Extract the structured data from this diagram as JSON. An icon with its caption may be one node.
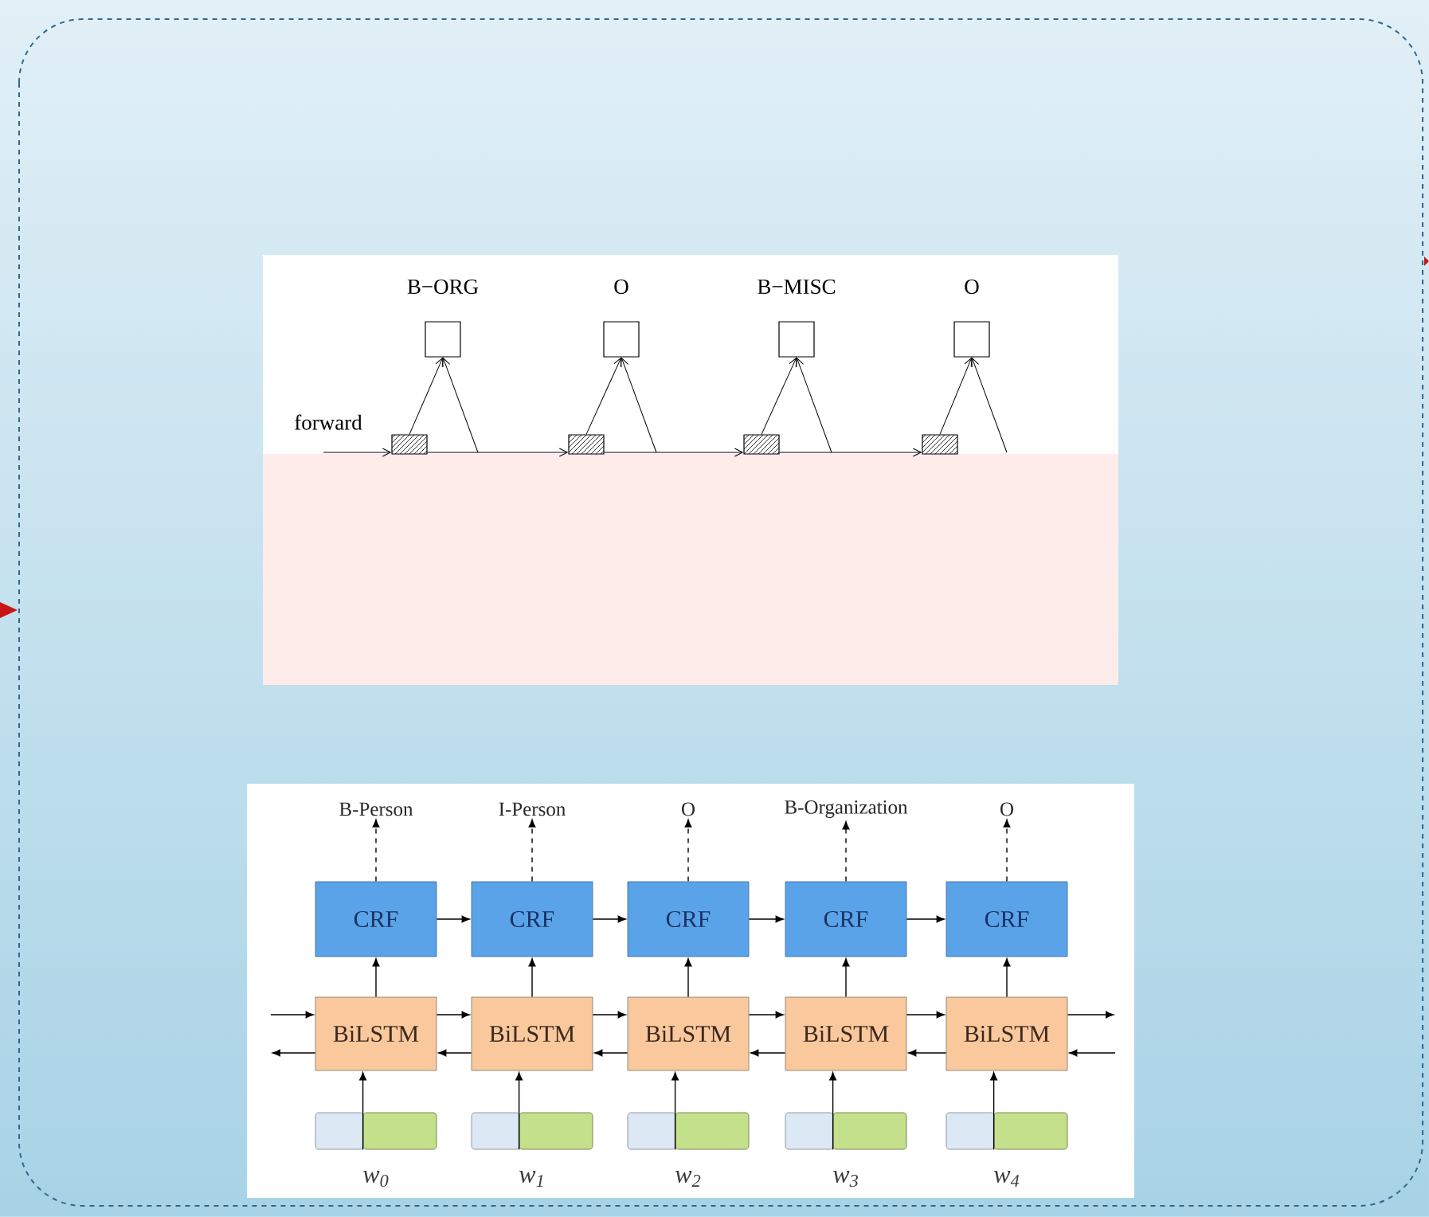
{
  "diagram": {
    "nodes": [
      {
        "text": [],
        "shape": "box",
        "beside": [
          "B−ORG"
        ]
      },
      {
        "text": [],
        "shape": "box",
        "beside": [
          "O"
        ]
      },
      {
        "text": [],
        "shape": "box",
        "beside": [
          "B−MISC"
        ]
      },
      {
        "text": [],
        "shape": "box",
        "beside": [
          "O"
        ]
      },
      {
        "text": [],
        "shape": "box"
      },
      {
        "text": [],
        "shape": "box"
      },
      {
        "text": [],
        "shape": "box"
      },
      {
        "text": [],
        "shape": "box"
      },
      {
        "text": [
          "B-Person"
        ]
      },
      {
        "text": [
          "I-Person"
        ]
      },
      {
        "text": [
          "O"
        ]
      },
      {
        "text": [
          "B-Organization"
        ]
      },
      {
        "text": [
          "O"
        ]
      },
      {
        "text": [
          "CRF"
        ]
      },
      {
        "text": [
          "CRF"
        ]
      },
      {
        "text": [
          "CRF"
        ]
      },
      {
        "text": [
          "CRF"
        ]
      },
      {
        "text": [
          "CRF"
        ]
      },
      {
        "text": [
          "BiLSTM"
        ]
      },
      {
        "text": [
          "BiLSTM"
        ]
      },
      {
        "text": [
          "BiLSTM"
        ]
      },
      {
        "text": [
          "BiLSTM"
        ]
      },
      {
        "text": [
          "BiLSTM"
        ]
      },
      {
        "text": [],
        "shape": "box"
      },
      {
        "text": [],
        "shape": "box",
        "beside": [
          "w$_{0}$"
        ]
      },
      {
        "text": [],
        "shape": "box"
      },
      {
        "text": [],
        "shape": "box",
        "beside": [
          "w$_{1}$"
        ]
      },
      {
        "text": [],
        "shape": "box"
      },
      {
        "text": [],
        "shape": "box",
        "beside": [
          "w$_{2}$"
        ]
      },
      {
        "text": [],
        "shape": "box"
      },
      {
        "text": [],
        "shape": "box",
        "beside": [
          "w$_{3}$"
        ]
      },
      {
        "text": [],
        "shape": "box"
      },
      {
        "text": [],
        "shape": "box",
        "beside": [
          "w$_{4}$"
        ]
      }
    ],
    "edges": [
      {
        "from": 4,
        "to": 0,
        "arrow": "to"
      },
      {
        "from": null,
        "to": 0,
        "arrow": "to"
      },
      {
        "from": 5,
        "to": 1,
        "arrow": "to"
      },
      {
        "from": null,
        "to": 1,
        "arrow": "to"
      },
      {
        "from": 6,
        "to": 2,
        "arrow": "to"
      },
      {
        "from": null,
        "to": 2,
        "arrow": "to"
      },
      {
        "from": 7,
        "to": 3,
        "arrow": "to"
      },
      {
        "from": null,
        "to": 3,
        "arrow": "to"
      },
      {
        "from": null,
        "to": 4,
        "arrow": "to"
      },
      {
        "from": 4,
        "to": 5,
        "arrow": "to"
      },
      {
        "from": 5,
        "to": 6,
        "arrow": "to"
      },
      {
        "from": 6,
        "to": 7,
        "arrow": "to"
      },
      {
        "from": 13,
        "to": 8,
        "arrow": "to",
        "style": "dashed"
      },
      {
        "from": 14,
        "to": 9,
        "arrow": "to",
        "style": "dashed"
      },
      {
        "from": 15,
        "to": 10,
        "arrow": "to",
        "style": "dashed"
      },
      {
        "from": 16,
        "to": 11,
        "arrow": "to",
        "style": "dashed"
      },
      {
        "from": 17,
        "to": 12,
        "arrow": "to",
        "style": "dashed"
      },
      {
        "from": 13,
        "to": 14,
        "arrow": "to"
      },
      {
        "from": 14,
        "to": 15,
        "arrow": "to"
      },
      {
        "from": 15,
        "to": 16,
        "arrow": "to"
      },
      {
        "from": 16,
        "to": 17,
        "arrow": "to"
      },
      {
        "from": 18,
        "to": 13,
        "arrow": "to"
      },
      {
        "from": 19,
        "to": 14,
        "arrow": "to"
      },
      {
        "from": 20,
        "to": 15,
        "arrow": "to"
      },
      {
        "from": 21,
        "to": 16,
        "arrow": "to"
      },
      {
        "from": 22,
        "to": 17,
        "arrow": "to"
      },
      {
        "from": null,
        "to": 18,
        "arrow": "to"
      },
      {
        "from": 18,
        "to": null,
        "arrow": "to"
      },
      {
        "from": 18,
        "to": 19,
        "arrow": "to"
      },
      {
        "from": 19,
        "to": 18,
        "arrow": "to"
      },
      {
        "from": 19,
        "to": 20,
        "arrow": "to"
      },
      {
        "from": 20,
        "to": 19,
        "arrow": "to"
      },
      {
        "from": 20,
        "to": 21,
        "arrow": "to"
      },
      {
        "from": 21,
        "to": 20,
        "arrow": "to"
      },
      {
        "from": 21,
        "to": 22,
        "arrow": "to"
      },
      {
        "from": 22,
        "to": 21,
        "arrow": "to"
      },
      {
        "from": 22,
        "to": null,
        "arrow": "to"
      },
      {
        "from": null,
        "to": 22,
        "arrow": "to"
      },
      {
        "from": 24,
        "to": 18,
        "arrow": "to"
      },
      {
        "from": 26,
        "to": 19,
        "arrow": "to"
      },
      {
        "from": 28,
        "to": 20,
        "arrow": "to"
      },
      {
        "from": 30,
        "to": 21,
        "arrow": "to"
      },
      {
        "from": 32,
        "to": 22,
        "arrow": "to"
      }
    ],
    "labels": [
      "forward"
    ]
  }
}
